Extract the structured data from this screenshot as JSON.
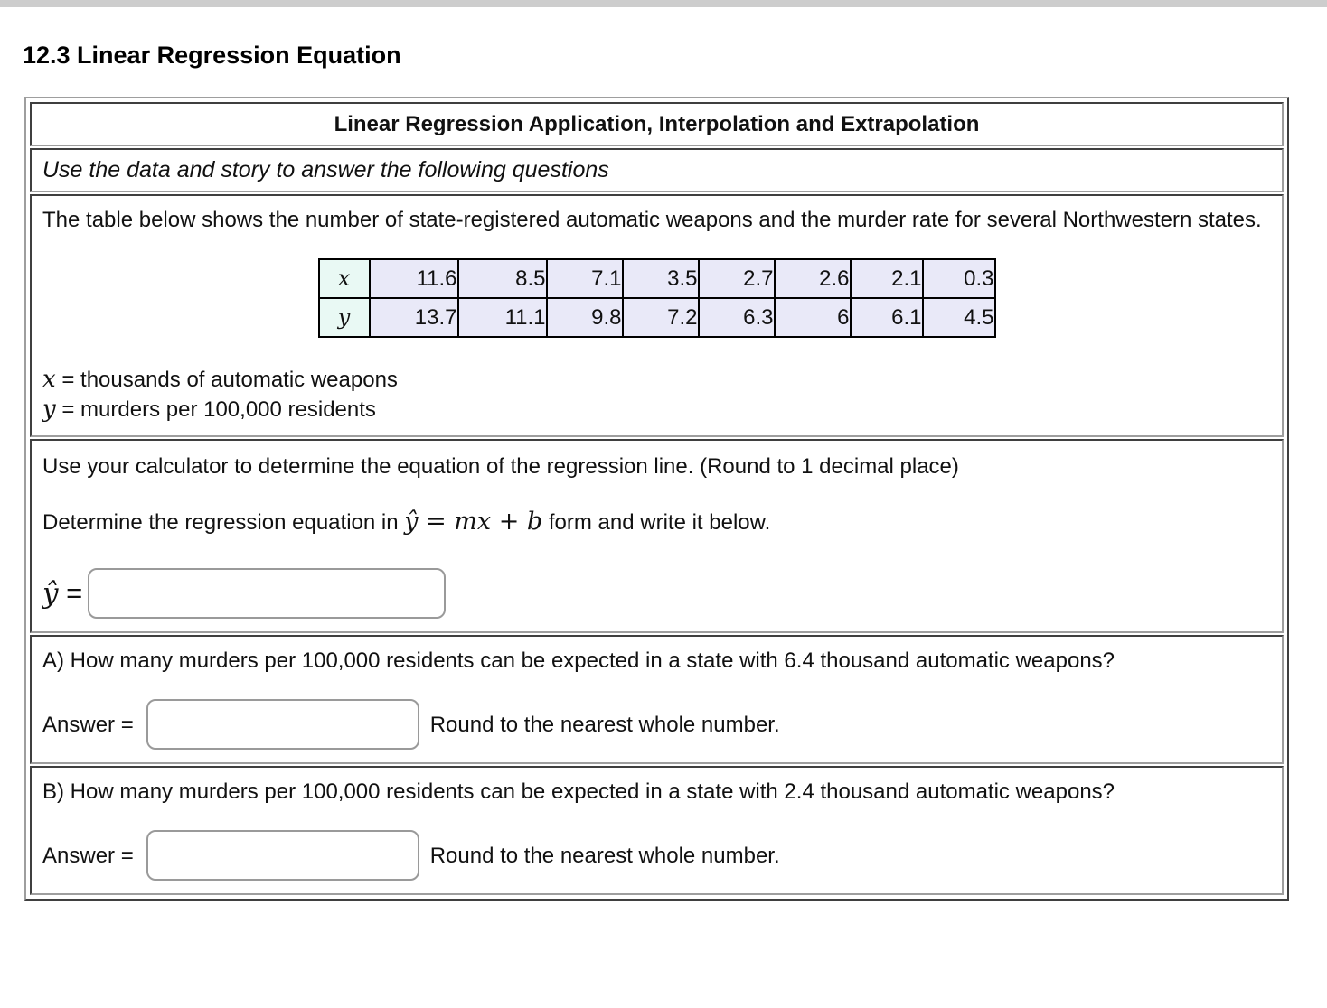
{
  "page": {
    "heading": "12.3 Linear Regression Equation"
  },
  "colors": {
    "table_header_bg": "#e9f9f4",
    "table_data_bg": "#e9e9f8",
    "top_strip": "#cdcdcd"
  },
  "panel": {
    "title": "Linear Regression Application, Interpolation and Extrapolation",
    "instruction": "Use the data and story to answer the following questions",
    "story": "The table below shows the number of state-registered automatic weapons and the murder rate for several Northwestern states."
  },
  "data_table": {
    "row_x": {
      "label": "x",
      "values": [
        "11.6",
        "8.5",
        "7.1",
        "3.5",
        "2.7",
        "2.6",
        "2.1",
        "0.3"
      ]
    },
    "row_y": {
      "label": "y",
      "values": [
        "13.7",
        "11.1",
        "9.8",
        "7.2",
        "6.3",
        "6",
        "6.1",
        "4.5"
      ]
    }
  },
  "definitions": {
    "x_symbol": "x",
    "x_text": "= thousands of automatic weapons",
    "y_symbol": "y",
    "y_text": "= murders per 100,000 residents"
  },
  "regression": {
    "calculator_instruction": "Use your calculator to determine the equation of the regression line. (Round to 1 decimal place)",
    "prompt_prefix": "Determine the regression equation in",
    "formula": "ŷ = mx + b",
    "prompt_suffix": "form and write it below.",
    "input_symbol": "ŷ",
    "input_equals": "=",
    "input_value": ""
  },
  "question_a": {
    "text": "A) How many murders per 100,000 residents can be expected in a state with 6.4 thousand automatic weapons?",
    "answer_label": "Answer =",
    "answer_value": "",
    "note": "Round to the nearest whole number."
  },
  "question_b": {
    "text": "B) How many murders per 100,000 residents can be expected in a state with 2.4 thousand automatic weapons?",
    "answer_label": "Answer =",
    "answer_value": "",
    "note": "Round to the nearest whole number."
  }
}
